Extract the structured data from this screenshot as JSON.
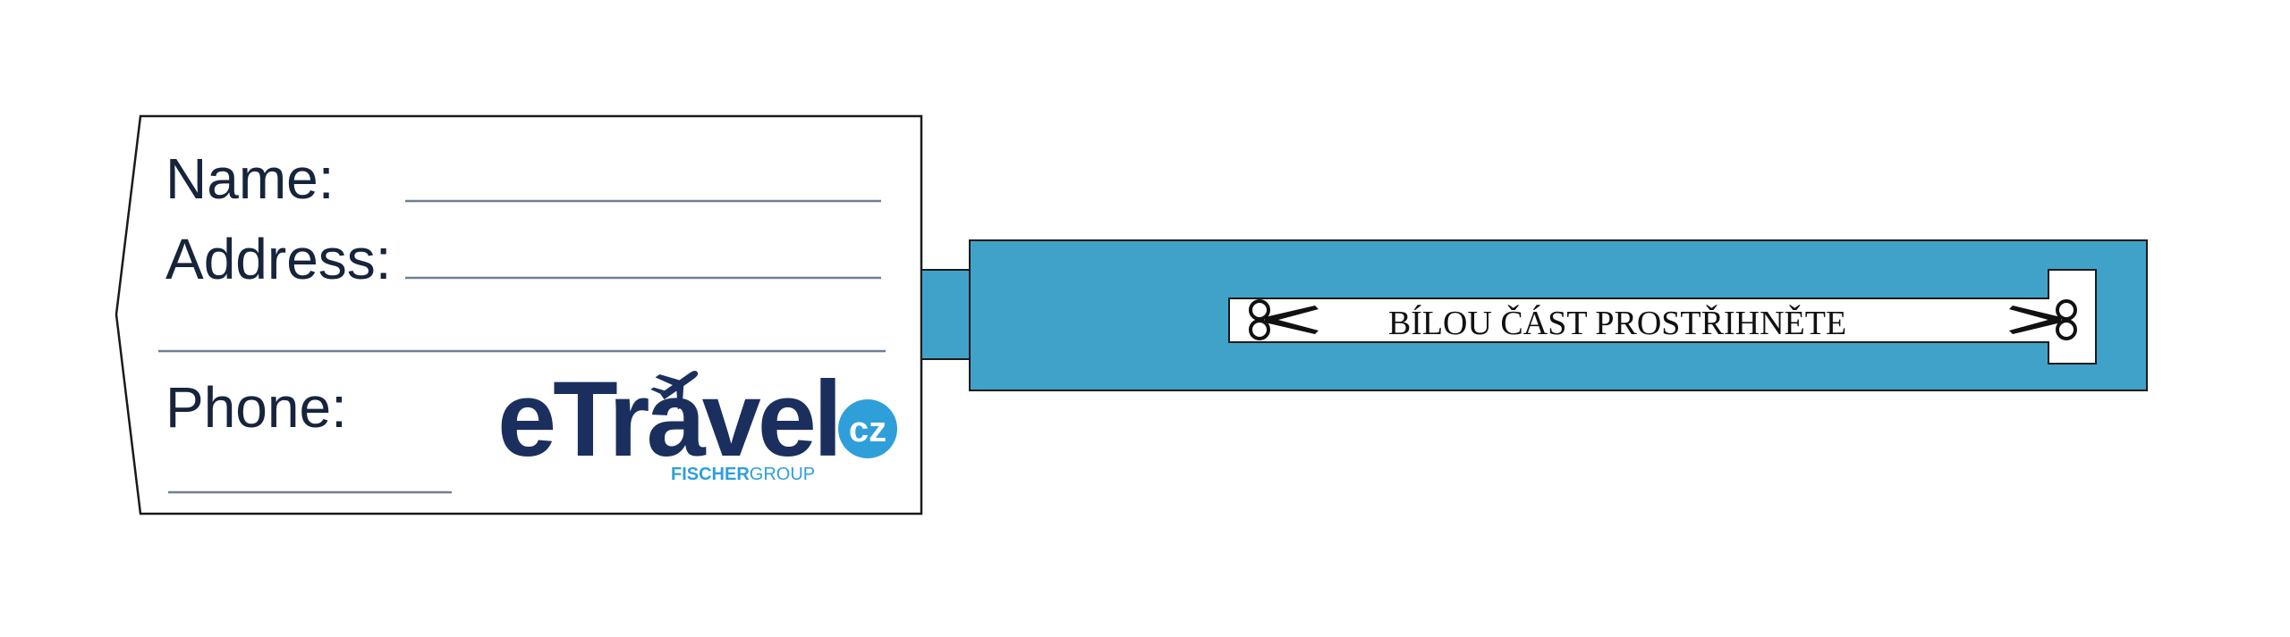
{
  "tag": {
    "fields": {
      "name_label": "Name:",
      "address_label": "Address:",
      "phone_label": "Phone:"
    },
    "logo": {
      "wordmark": "eTravel",
      "badge": "cz",
      "sub_bold": "FISCHER",
      "sub_light": "GROUP"
    }
  },
  "strap": {
    "instruction": "BÍLOU ČÁST PROSTŘIHNĚTE"
  },
  "colors": {
    "strap_blue": "#40a2c8",
    "outline": "#1a1a1a",
    "line": "#6f7f92",
    "text_navy": "#16243c",
    "logo_navy": "#1b2f5e",
    "badge_blue": "#2f9fd9"
  },
  "icons": {
    "scissors_left": "scissors-icon",
    "scissors_right": "scissors-icon",
    "airplane": "airplane-icon"
  }
}
